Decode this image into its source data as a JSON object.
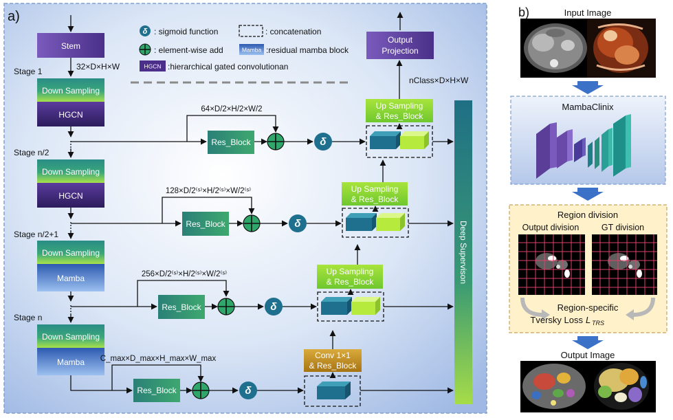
{
  "panel_a": {
    "label": "a)",
    "legend": {
      "sigmoid": ": sigmoid function",
      "concat": ": concatenation",
      "add": ": element-wise add",
      "mamba_chip": "Mamba",
      "mamba_desc": ":residual mamba block",
      "hgcn_chip": "HGCN",
      "hgcn_desc": ":hierarchical gated convolutionan"
    },
    "stem": "Stem",
    "stages": [
      "Stage 1",
      "Stage n/2",
      "Stage n/2+1",
      "Stage n"
    ],
    "stem_dim": "32×D×H×W",
    "encoder": {
      "down": "Down Sampling",
      "hgcn": "HGCN",
      "mamba": "Mamba"
    },
    "skip_dims": {
      "row1": "64×D/2×H/2×W/2",
      "row2": "128×D/2⁽ˢ⁾×H/2⁽ˢ⁾×W/2⁽ˢ⁾",
      "row3": "256×D/2⁽ˢ⁾×H/2⁽ˢ⁾×W/2⁽ˢ⁾",
      "row4": "C_max×D_max×H_max×W_max"
    },
    "res_block": "Res_Block",
    "delta": "δ",
    "up_line1": "Up Sampling",
    "up_line2": "& Res_Block",
    "conv_line1": "Conv 1×1",
    "conv_line2": "& Res_Block",
    "output_line1": "Output",
    "output_line2": "Projection",
    "out_dim": "nClass×D×H×W",
    "deep_supervision": "Deep Supervison"
  },
  "panel_b": {
    "label": "b)",
    "input_title": "Input Image",
    "model_title": "MambaClinix",
    "region_title": "Region division",
    "output_division": "Output division",
    "gt_division": "GT division",
    "loss_line1": "Region-specific",
    "loss_line2": "Tversky Loss",
    "loss_symbol": "L",
    "loss_sub": "TRS",
    "output_title": "Output Image"
  },
  "colors": {
    "panel_border": "#7f9fcf",
    "purple": "#5a3e98",
    "green_light": "#c8ef3a",
    "teal": "#1f7f86",
    "deep_sup": "#2a8a83",
    "arrow_blue": "#3b72c8",
    "region_bg": "#fff1c9",
    "region_border": "#c9a45a"
  }
}
